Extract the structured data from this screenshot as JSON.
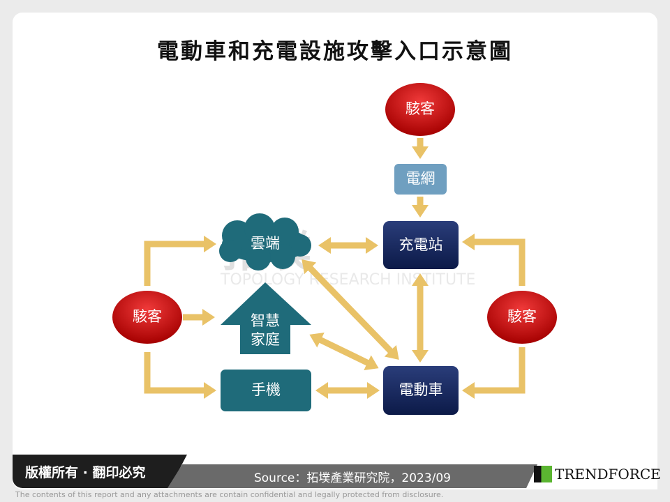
{
  "title": "電動車和充電設施攻擊入口示意圖",
  "watermark": {
    "cn": "拓墣",
    "en": "TOPOLOGY RESEARCH INSTITUTE"
  },
  "nodes": {
    "hacker_top": "駭客",
    "hacker_left": "駭客",
    "hacker_right": "駭客",
    "grid": "電網",
    "charging_station": "充電站",
    "cloud": "雲端",
    "smart_home": "智慧家庭",
    "phone": "手機",
    "ev": "電動車"
  },
  "colors": {
    "arrow": "#e9c267",
    "hacker": "#c8102e",
    "navy": "#14245a",
    "teal": "#1f6b7a",
    "grid": "#6f9fc0"
  },
  "footer": {
    "copyright": "版權所有 · 翻印必究",
    "source": "Source：拓墣產業研究院，2023/09",
    "logo": "TRENDFORCE",
    "disclaimer": "The contents of this report and any attachments are contain confidential and legally protected from disclosure."
  }
}
